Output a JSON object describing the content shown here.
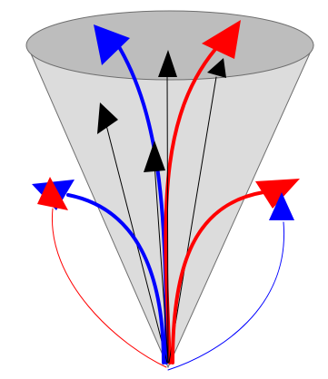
{
  "diagram": {
    "kind": "jet-cone-schematic",
    "colors": {
      "cone_body": "#dcdcdc",
      "cone_top": "#bdbdbd",
      "cone_outline": "#6e6e6e",
      "red": "#ff0000",
      "blue": "#0000ff",
      "black": "#000000",
      "background": "#ffffff"
    },
    "arrows": [
      {
        "name": "blue-arrow-top-left",
        "color": "blue",
        "weight": "thick",
        "group": "cone-interior"
      },
      {
        "name": "red-arrow-top-right",
        "color": "red",
        "weight": "thick",
        "group": "cone-interior"
      },
      {
        "name": "black-arrow-top-center",
        "color": "black",
        "weight": "thin",
        "group": "cone-interior"
      },
      {
        "name": "black-arrow-top-right",
        "color": "black",
        "weight": "thin",
        "group": "cone-interior"
      },
      {
        "name": "black-arrow-left",
        "color": "black",
        "weight": "thin",
        "group": "cone-interior"
      },
      {
        "name": "black-arrow-mid",
        "color": "black",
        "weight": "thin",
        "group": "cone-interior"
      },
      {
        "name": "blue-arrow-left-outside",
        "color": "blue",
        "weight": "thick",
        "group": "outside-left"
      },
      {
        "name": "red-arrow-left-outside",
        "color": "red",
        "weight": "thin",
        "group": "outside-left"
      },
      {
        "name": "red-arrow-right-outside",
        "color": "red",
        "weight": "thick",
        "group": "outside-right"
      },
      {
        "name": "blue-arrow-right-outside",
        "color": "blue",
        "weight": "thin",
        "group": "outside-right"
      }
    ]
  }
}
